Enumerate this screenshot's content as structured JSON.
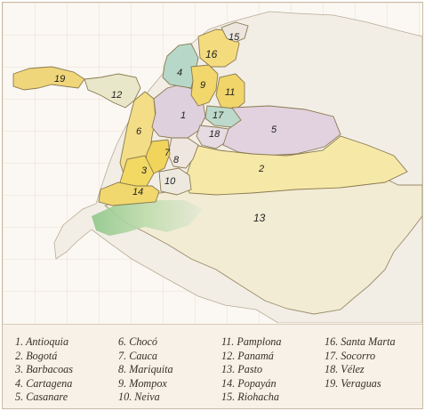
{
  "colors": {
    "sea": "#fbf8f3",
    "land": "#f2eee6",
    "yellow": "#f1da7a",
    "mauve": "#dccbd8",
    "teal": "#b9d9c8",
    "green": "#a9d29a",
    "border": "#7a6a4a",
    "grid": "#e6d8c4"
  },
  "regions": [
    {
      "id": "1",
      "name": "Antioquia",
      "label": "1"
    },
    {
      "id": "2",
      "name": "Bogotá",
      "label": "2"
    },
    {
      "id": "3",
      "name": "Barbacoas",
      "label": "3"
    },
    {
      "id": "4",
      "name": "Cartagena",
      "label": "4"
    },
    {
      "id": "5",
      "name": "Casanare",
      "label": "5"
    },
    {
      "id": "6",
      "name": "Chocó",
      "label": "6"
    },
    {
      "id": "7",
      "name": "Cauca",
      "label": "7"
    },
    {
      "id": "8",
      "name": "Mariquita",
      "label": "8"
    },
    {
      "id": "9",
      "name": "Mompox",
      "label": "9"
    },
    {
      "id": "10",
      "name": "Neiva",
      "label": "10"
    },
    {
      "id": "11",
      "name": "Pamplona",
      "label": "11"
    },
    {
      "id": "12",
      "name": "Panamá",
      "label": "12"
    },
    {
      "id": "13",
      "name": "Pasto",
      "label": "13"
    },
    {
      "id": "14",
      "name": "Popayán",
      "label": "14"
    },
    {
      "id": "15",
      "name": "Riohacha",
      "label": "15"
    },
    {
      "id": "16",
      "name": "Santa Marta",
      "label": "16"
    },
    {
      "id": "17",
      "name": "Socorro",
      "label": "17"
    },
    {
      "id": "18",
      "name": "Vélez",
      "label": "18"
    },
    {
      "id": "19",
      "name": "Veraguas",
      "label": "19"
    }
  ],
  "legend": {
    "columns": [
      [
        "1. Antioquia",
        "2. Bogotá",
        "3. Barbacoas",
        "4. Cartagena",
        "5. Casanare"
      ],
      [
        "6. Chocó",
        "7. Cauca",
        "8. Mariquita",
        "9. Mompox",
        "10. Neiva"
      ],
      [
        "11. Pamplona",
        "12. Panamá",
        "13. Pasto",
        "14. Popayán",
        "15. Riohacha"
      ],
      [
        "16. Santa Marta",
        "17. Socorro",
        "18. Vélez",
        "19. Veraguas"
      ]
    ]
  }
}
